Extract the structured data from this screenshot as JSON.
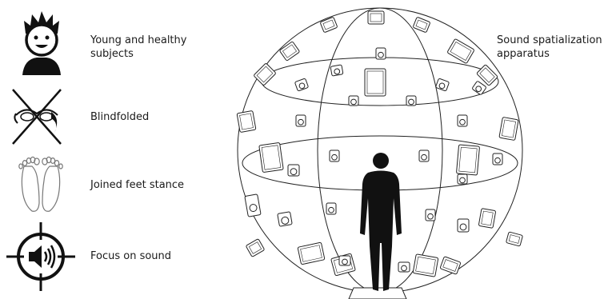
{
  "legend": [
    {
      "icon": "young-face-icon",
      "text": "Young and healthy\nsubjects"
    },
    {
      "icon": "blindfold-icon",
      "text": "Blindfolded"
    },
    {
      "icon": "feet-icon",
      "text": "Joined feet stance"
    },
    {
      "icon": "focus-sound-icon",
      "text": "Focus on sound"
    }
  ],
  "apparatus_label": "Sound spatialization\napparatus",
  "colors": {
    "ink": "#111111",
    "outline": "#222222",
    "speaker_fill": "#ffffff"
  }
}
